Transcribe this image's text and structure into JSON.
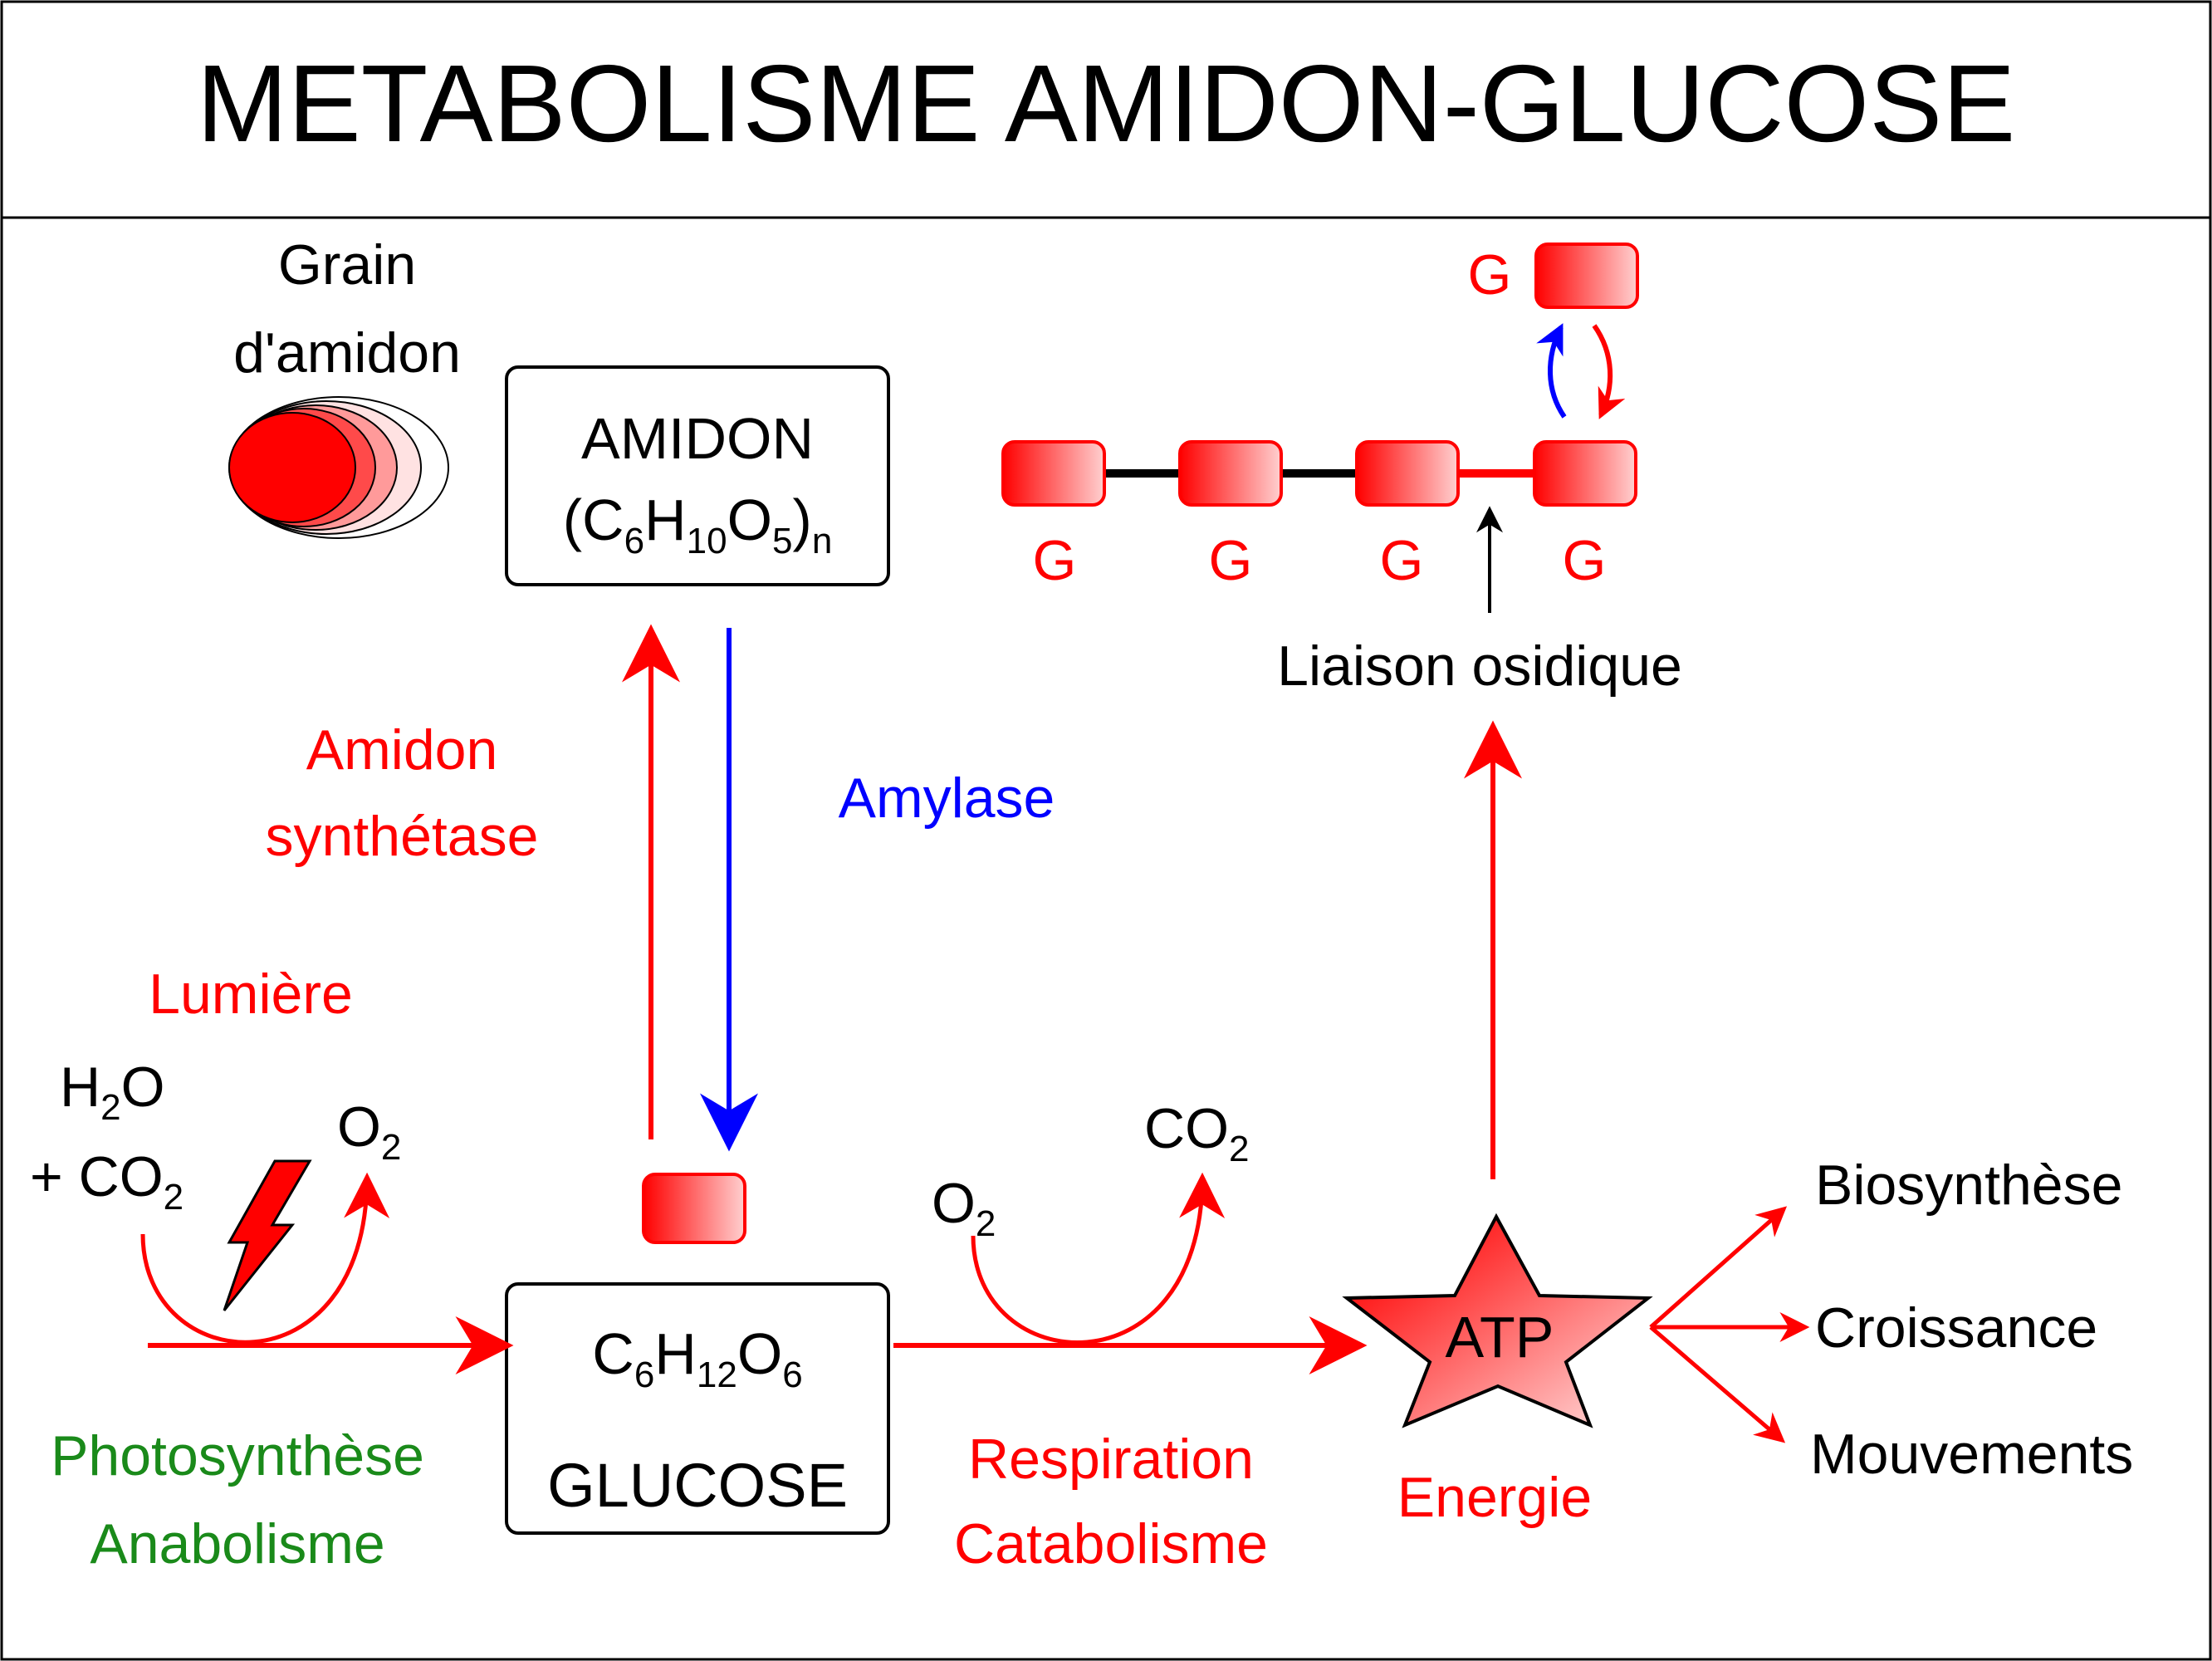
{
  "title": "METABOLISME AMIDON-GLUCOSE",
  "grain": {
    "line1": "Grain",
    "line2": "d'amidon"
  },
  "amidon_box": {
    "name": "AMIDON",
    "formula_open": "(C",
    "sub6": "6",
    "h": "H",
    "sub10": "10",
    "o": "O",
    "sub5": "5",
    "formula_close": ")",
    "subn": "n"
  },
  "amidon_synthetase": {
    "line1": "Amidon",
    "line2": "synthétase"
  },
  "amylase": "Amylase",
  "chain": {
    "g_label": "G"
  },
  "liaison": "Liaison osidique",
  "lumiere": "Lumière",
  "h2o": {
    "h": "H",
    "sub2": "2",
    "o": "O"
  },
  "co2_in": {
    "prefix": "+ CO",
    "sub2": "2"
  },
  "o2_out": {
    "o": "O",
    "sub2": "2"
  },
  "glucose_box": {
    "c": "C",
    "sub6": "6",
    "h": "H",
    "sub12": "12",
    "o": "O",
    "sub6b": "6",
    "name": "GLUCOSE"
  },
  "photosynthese": {
    "line1": "Photosynthèse",
    "line2": "Anabolisme"
  },
  "o2_in": {
    "o": "O",
    "sub2": "2"
  },
  "co2_out": {
    "co": "CO",
    "sub2": "2"
  },
  "respiration": {
    "line1": "Respiration",
    "line2": "Catabolisme"
  },
  "atp": "ATP",
  "energie": "Energie",
  "outputs": [
    "Biosynthèse",
    "Croissance",
    "Mouvements"
  ],
  "colors": {
    "red": "#ff0000",
    "blue": "#0000ff",
    "green": "#1a8a1a",
    "black": "#000000"
  },
  "icons": [
    "lightning-bolt-icon",
    "star-atp-icon",
    "starch-grain-icon",
    "glucose-unit-icon"
  ]
}
